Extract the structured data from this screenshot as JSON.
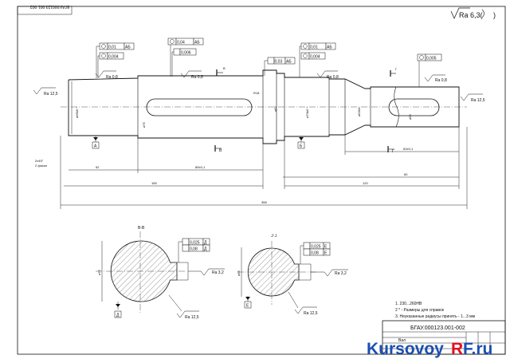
{
  "drawing": {
    "corner_stamp": "БГАУ.000123.001-002",
    "roughness_main": "Ra 6,3(",
    "roughness_main_close": ")",
    "ra": {
      "r08": "Ra 0,8",
      "r125": "Ra 12,5",
      "r32": "Ra 3,2"
    },
    "tolerances": {
      "t1a": "0,01",
      "t1b": "АБ",
      "t1c": "0,004",
      "t2a": "0,04",
      "t2b": "АБ",
      "t2c": "0,006",
      "t3a": "0,03",
      "t3b": "АБ",
      "t4a": "0,01",
      "t4b": "АБ",
      "t4c": "0,004",
      "t5a": "0,005",
      "s1a": "0,025",
      "s1b": "Д",
      "s1c": "0,08",
      "s1d": "Д",
      "s2a": "0,025",
      "s2b": "Е",
      "s2c": "0,08",
      "s2d": "Е"
    },
    "datums": {
      "a": "А",
      "b": "Б",
      "d": "Д",
      "e": "Е"
    },
    "sections": {
      "bb_title": "В-В",
      "gg_title": "Г-Г",
      "b_mark": "В",
      "g_mark": "Г"
    },
    "notes": [
      "1. 230...260НВ",
      "2 * - Размеры для справок",
      "3. Неуказанные радиусы принять - 1...3 мм"
    ],
    "title_block": {
      "code": "БГАУ.000123.001-002",
      "name": "Вал"
    },
    "watermark": {
      "left": "Kursovoy",
      "mid": "R",
      "right": "F.ru"
    }
  }
}
